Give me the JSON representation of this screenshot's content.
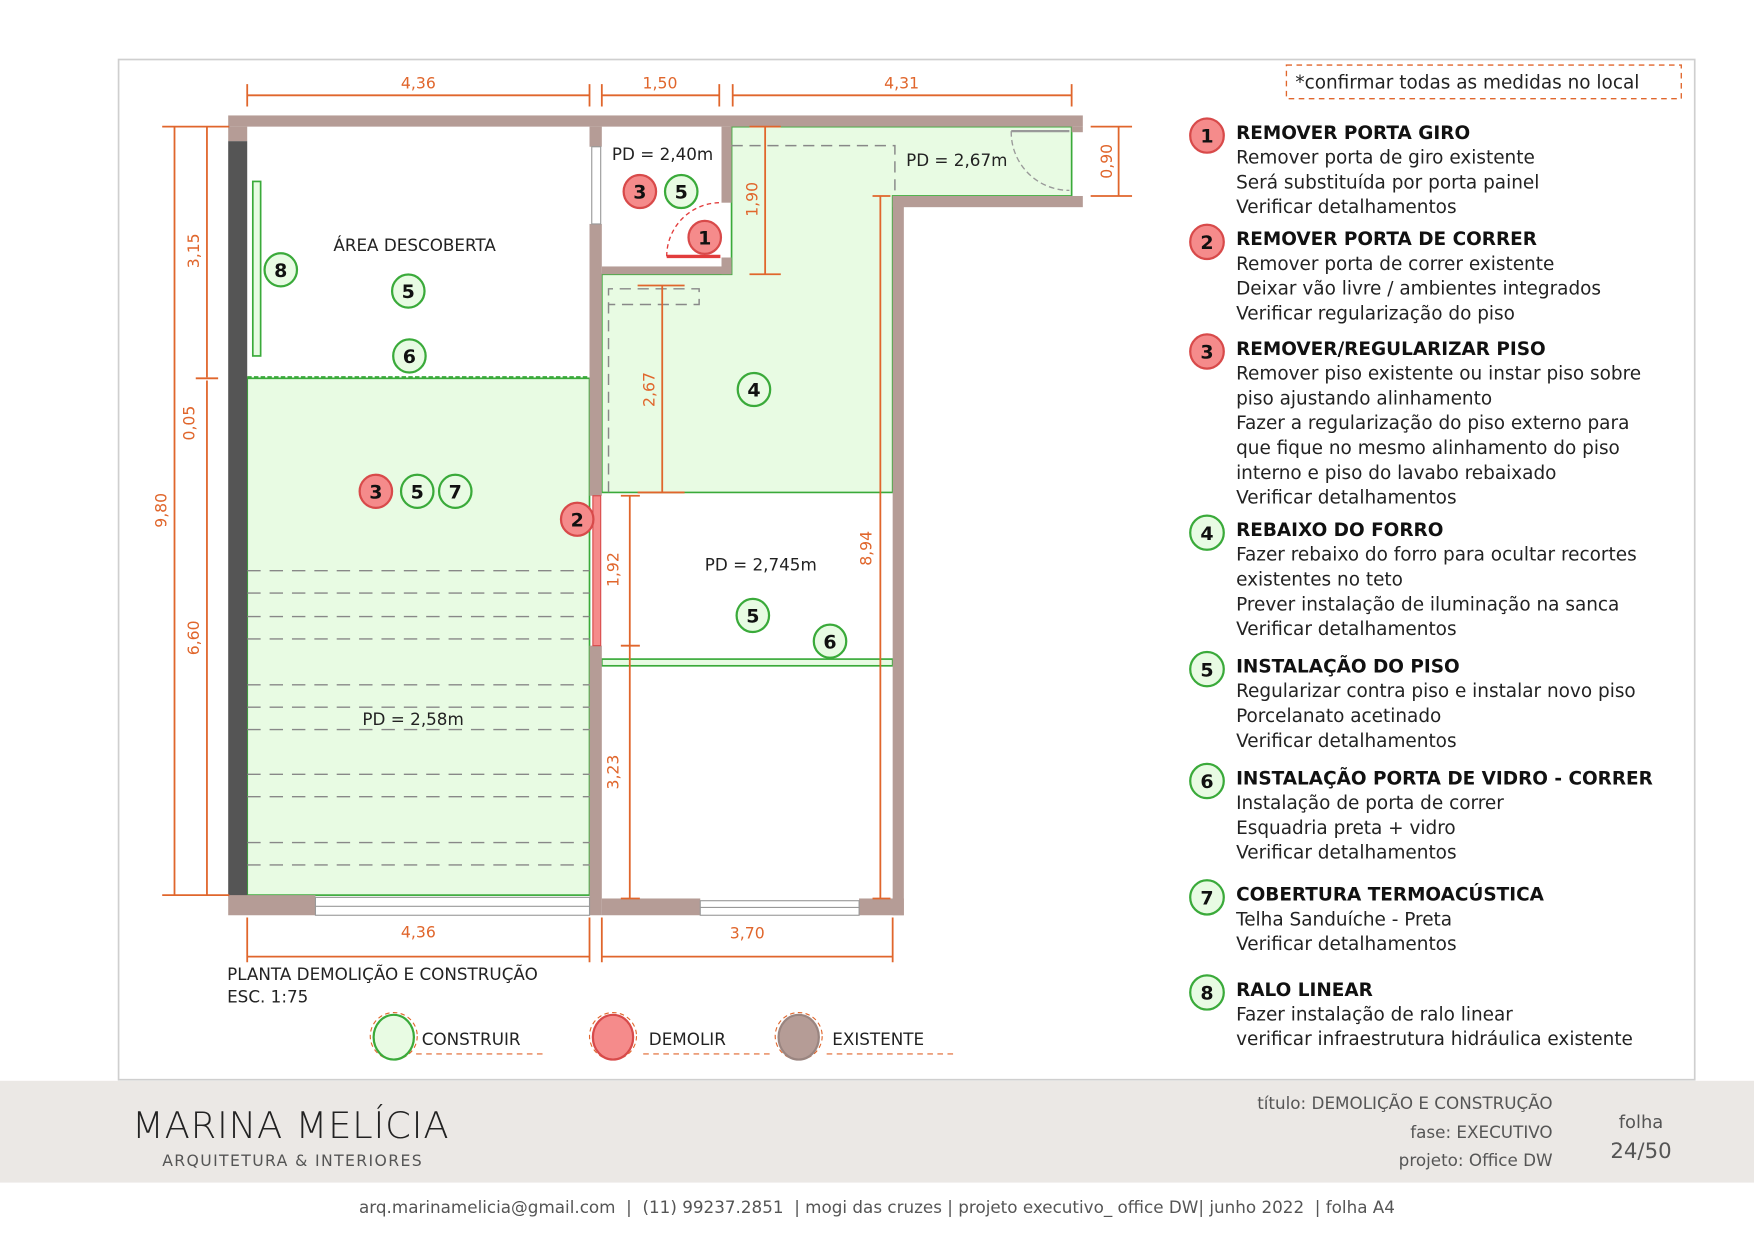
{
  "note": "*confirmar todas as medidas no local",
  "colors": {
    "construir": "#e8fbe3",
    "construir_stroke": "#3aaa3a",
    "demolir": "#f58b8b",
    "demolir_stroke": "#d84a4a",
    "existente": "#b59c96",
    "dimension": "#e0662c"
  },
  "plan": {
    "title": "PLANTA DEMOLIÇÃO E CONSTRUÇÃO",
    "scale": "ESC. 1:75",
    "rooms": {
      "area_descoberta": "ÁREA DESCOBERTA",
      "pd_lavabo": "PD = 2,40m",
      "pd_corredor": "PD = 2,67m",
      "pd_sala": "PD = 2,58m",
      "pd_sala2": "PD = 2,745m"
    },
    "dimensions": {
      "top_1": "4,36",
      "top_2": "1,50",
      "top_3": "4,31",
      "left_total": "9,80",
      "left_upper": "3,15",
      "left_gap": "0,05",
      "left_lower": "6,60",
      "right_corridor": "0,90",
      "lavabo_h": "1,90",
      "hall_h": "2,67",
      "door_h": "1,92",
      "lower_h": "3,23",
      "right_total": "8,94",
      "bottom_1": "4,36",
      "bottom_2": "3,70"
    },
    "markers": [
      {
        "n": "3",
        "type": "demolir"
      },
      {
        "n": "5",
        "type": "construir"
      },
      {
        "n": "1",
        "type": "demolir"
      },
      {
        "n": "8",
        "type": "construir"
      },
      {
        "n": "5",
        "type": "construir"
      },
      {
        "n": "6",
        "type": "construir"
      },
      {
        "n": "4",
        "type": "construir"
      },
      {
        "n": "3",
        "type": "demolir"
      },
      {
        "n": "5",
        "type": "construir"
      },
      {
        "n": "7",
        "type": "construir"
      },
      {
        "n": "2",
        "type": "demolir"
      },
      {
        "n": "5",
        "type": "construir"
      },
      {
        "n": "6",
        "type": "construir"
      }
    ]
  },
  "key": [
    {
      "label": "CONSTRUIR",
      "type": "construir"
    },
    {
      "label": "DEMOLIR",
      "type": "demolir"
    },
    {
      "label": "EXISTENTE",
      "type": "existente"
    }
  ],
  "legend": [
    {
      "n": "1",
      "type": "demolir",
      "title": "REMOVER PORTA GIRO",
      "lines": [
        "Remover porta de giro existente",
        "Será substituída por porta painel",
        "Verificar detalhamentos"
      ]
    },
    {
      "n": "2",
      "type": "demolir",
      "title": "REMOVER PORTA DE CORRER",
      "lines": [
        "Remover porta de correr existente",
        "Deixar vão livre / ambientes integrados",
        "Verificar regularização do piso"
      ]
    },
    {
      "n": "3",
      "type": "demolir",
      "title": "REMOVER/REGULARIZAR PISO",
      "lines": [
        "Remover piso existente ou instar piso sobre",
        "piso ajustando alinhamento",
        "Fazer a regularização do piso externo para",
        "que fique no mesmo alinhamento do piso",
        "interno e piso do lavabo rebaixado",
        "Verificar detalhamentos"
      ]
    },
    {
      "n": "4",
      "type": "construir",
      "title": "REBAIXO DO FORRO",
      "lines": [
        "Fazer rebaixo do forro para ocultar recortes",
        "existentes no teto",
        "Prever instalação de iluminação na sanca",
        "Verificar detalhamentos"
      ]
    },
    {
      "n": "5",
      "type": "construir",
      "title": "INSTALAÇÃO DO PISO",
      "lines": [
        "Regularizar contra piso e instalar novo piso",
        "Porcelanato acetinado",
        "Verificar detalhamentos"
      ]
    },
    {
      "n": "6",
      "type": "construir",
      "title": "INSTALAÇÃO PORTA DE VIDRO - CORRER",
      "lines": [
        "Instalação de porta de correr",
        "Esquadria preta + vidro",
        "Verificar detalhamentos"
      ]
    },
    {
      "n": "7",
      "type": "construir",
      "title": "COBERTURA TERMOACÚSTICA",
      "lines": [
        "Telha Sanduíche - Preta",
        "Verificar detalhamentos"
      ]
    },
    {
      "n": "8",
      "type": "construir",
      "title": "RALO LINEAR",
      "lines": [
        "Fazer instalação de ralo linear",
        "verificar infraestrutura hidráulica existente"
      ]
    }
  ],
  "titleblock": {
    "brand": "MARINA MELÍCIA",
    "brand_sub": "ARQUITETURA & INTERIORES",
    "titulo": "título: DEMOLIÇÃO E CONSTRUÇÃO",
    "fase": "fase: EXECUTIVO",
    "projeto": "projeto: Office DW",
    "folha_label": "folha",
    "folha": "24/50"
  },
  "footer": "arq.marinamelicia@gmail.com  |  (11) 99237.2851  | mogi das cruzes | projeto executivo_ office DW| junho 2022  | folha A4"
}
